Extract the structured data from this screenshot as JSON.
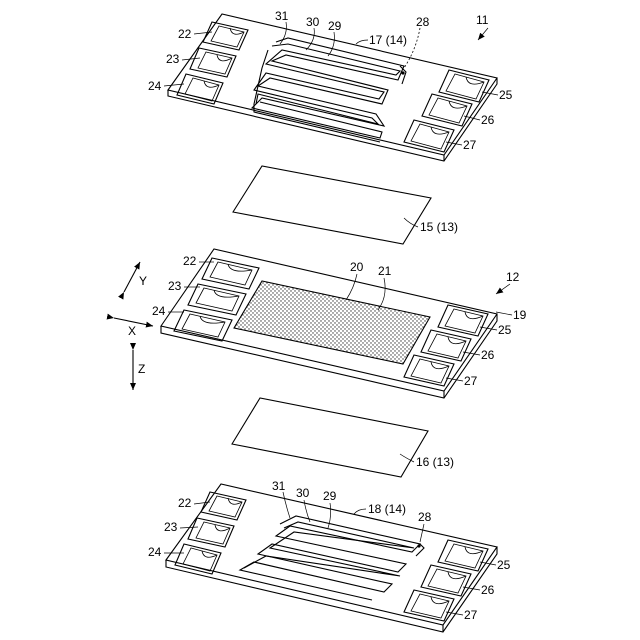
{
  "figure": {
    "top_layer": {
      "ref": "11",
      "electrode_label": "17 (14)",
      "trace_labels": [
        "31",
        "30",
        "29",
        "28"
      ],
      "left_pads": [
        "22",
        "23",
        "24"
      ],
      "right_pads": [
        "25",
        "26",
        "27"
      ]
    },
    "upper_sheet": {
      "label": "15 (13)"
    },
    "middle_layer": {
      "ref": "12",
      "mesh_label": "20",
      "mesh_detail_label": "21",
      "edge_label": "19",
      "left_pads": [
        "22",
        "23",
        "24"
      ],
      "right_pads": [
        "25",
        "26",
        "27"
      ]
    },
    "lower_sheet": {
      "label": "16 (13)"
    },
    "bottom_layer": {
      "electrode_label": "18 (14)",
      "trace_labels": [
        "31",
        "30",
        "29",
        "28"
      ],
      "left_pads": [
        "22",
        "23",
        "24"
      ],
      "right_pads": [
        "25",
        "26",
        "27"
      ]
    },
    "axes": {
      "y": "Y",
      "x": "X",
      "z": "Z"
    }
  }
}
